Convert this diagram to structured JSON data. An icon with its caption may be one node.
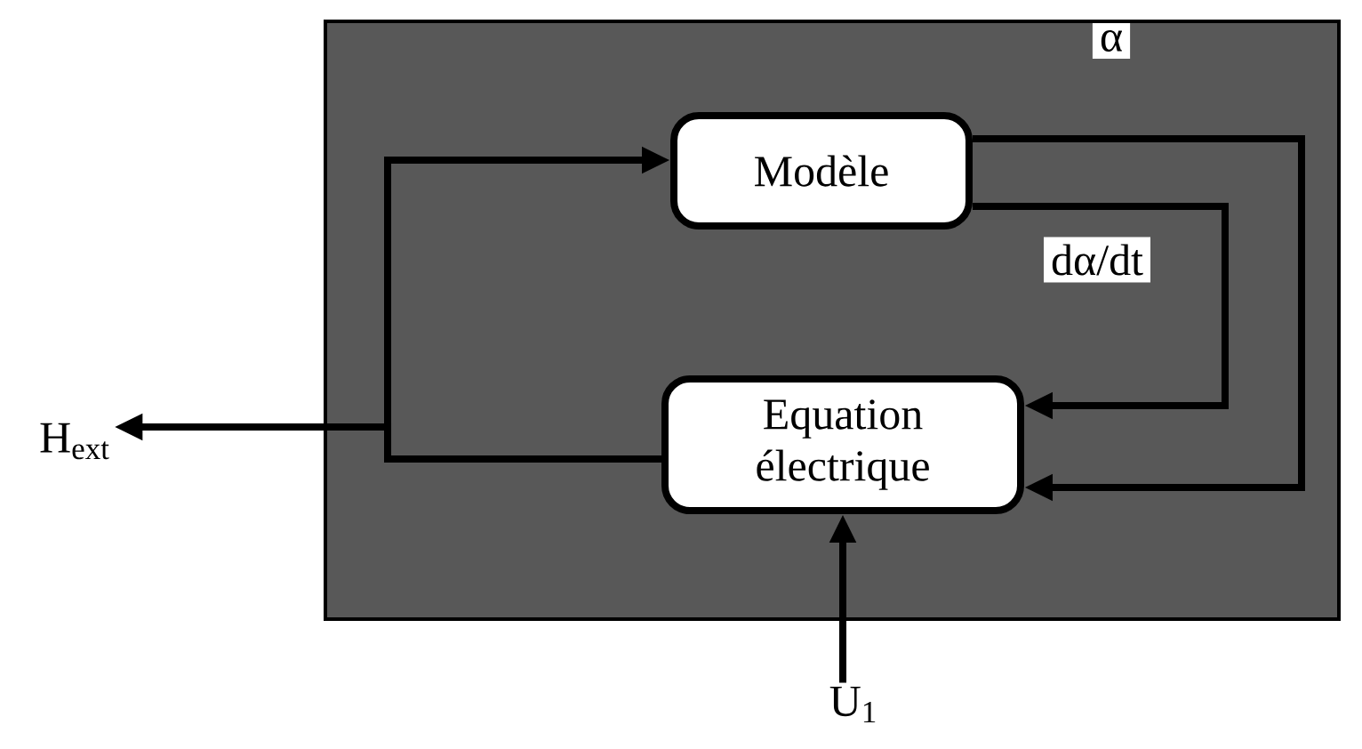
{
  "diagram": {
    "nodes": [
      {
        "text": [],
        "shape": "box"
      },
      {
        "text": [
          "Modèle"
        ],
        "in": 0
      },
      {
        "text": [
          "Equation électrique"
        ],
        "in": 0
      },
      {
        "text": [
          "H$_{ext}$"
        ]
      },
      {
        "text": [
          "U$_{1}$"
        ]
      }
    ],
    "edges": [
      {
        "from": 2,
        "to": 1,
        "arrow": "to"
      },
      {
        "from": 2,
        "to": 3,
        "arrow": "to"
      },
      {
        "from": 1,
        "to": 2,
        "arrow": "to",
        "label": "α"
      },
      {
        "from": 1,
        "to": 2,
        "arrow": "to",
        "label": "dα/dt"
      },
      {
        "from": 4,
        "to": 2,
        "arrow": "to"
      }
    ]
  }
}
